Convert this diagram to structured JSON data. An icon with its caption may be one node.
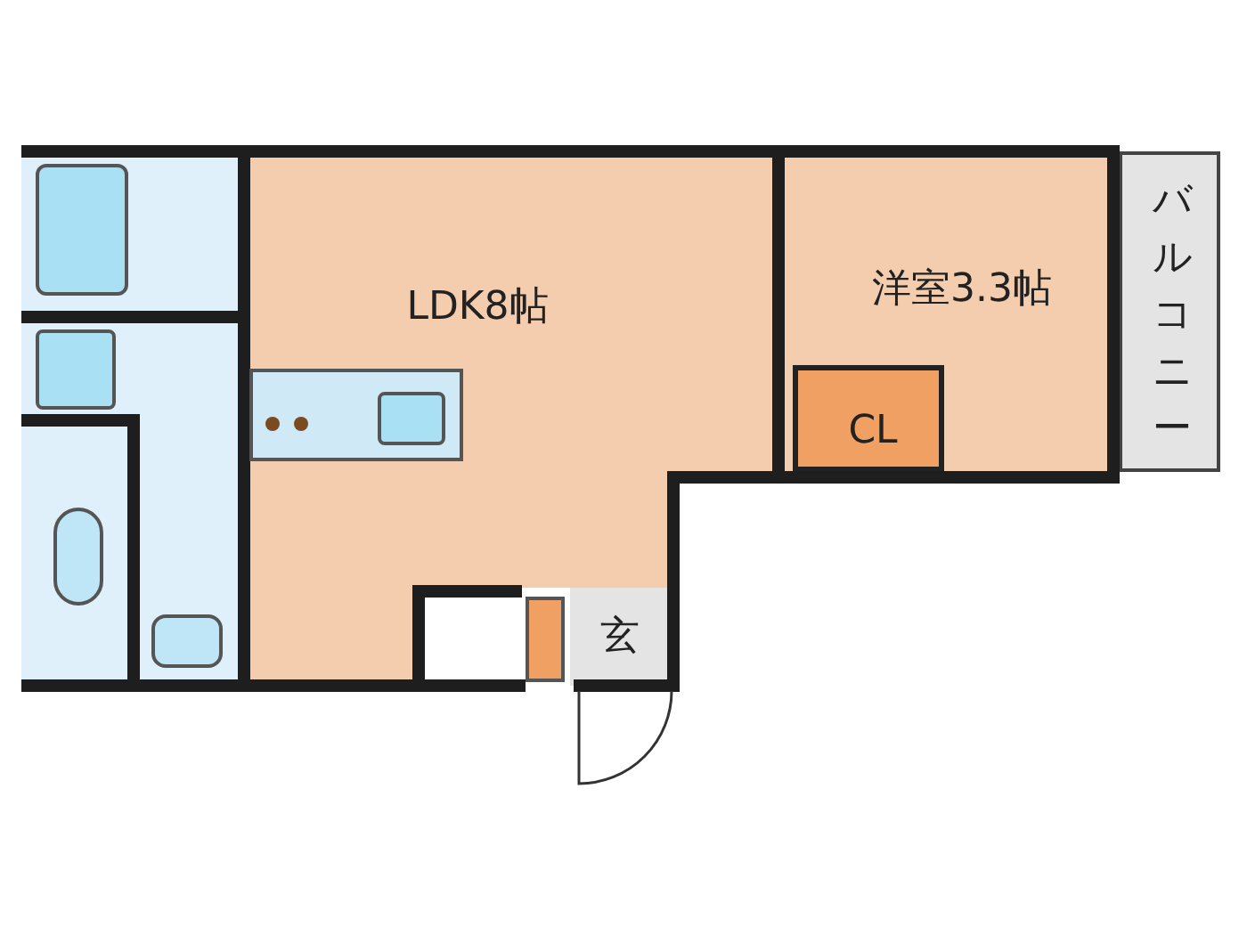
{
  "diagram": {
    "nodes": [
      {
        "text": [
          "LDK8帖"
        ]
      },
      {
        "text": [
          "洋室3.3帖"
        ]
      },
      {
        "text": [
          "CL"
        ],
        "in": 1
      },
      {
        "text": [
          "玄"
        ]
      },
      {
        "text": [
          "バルコニー"
        ]
      }
    ]
  }
}
